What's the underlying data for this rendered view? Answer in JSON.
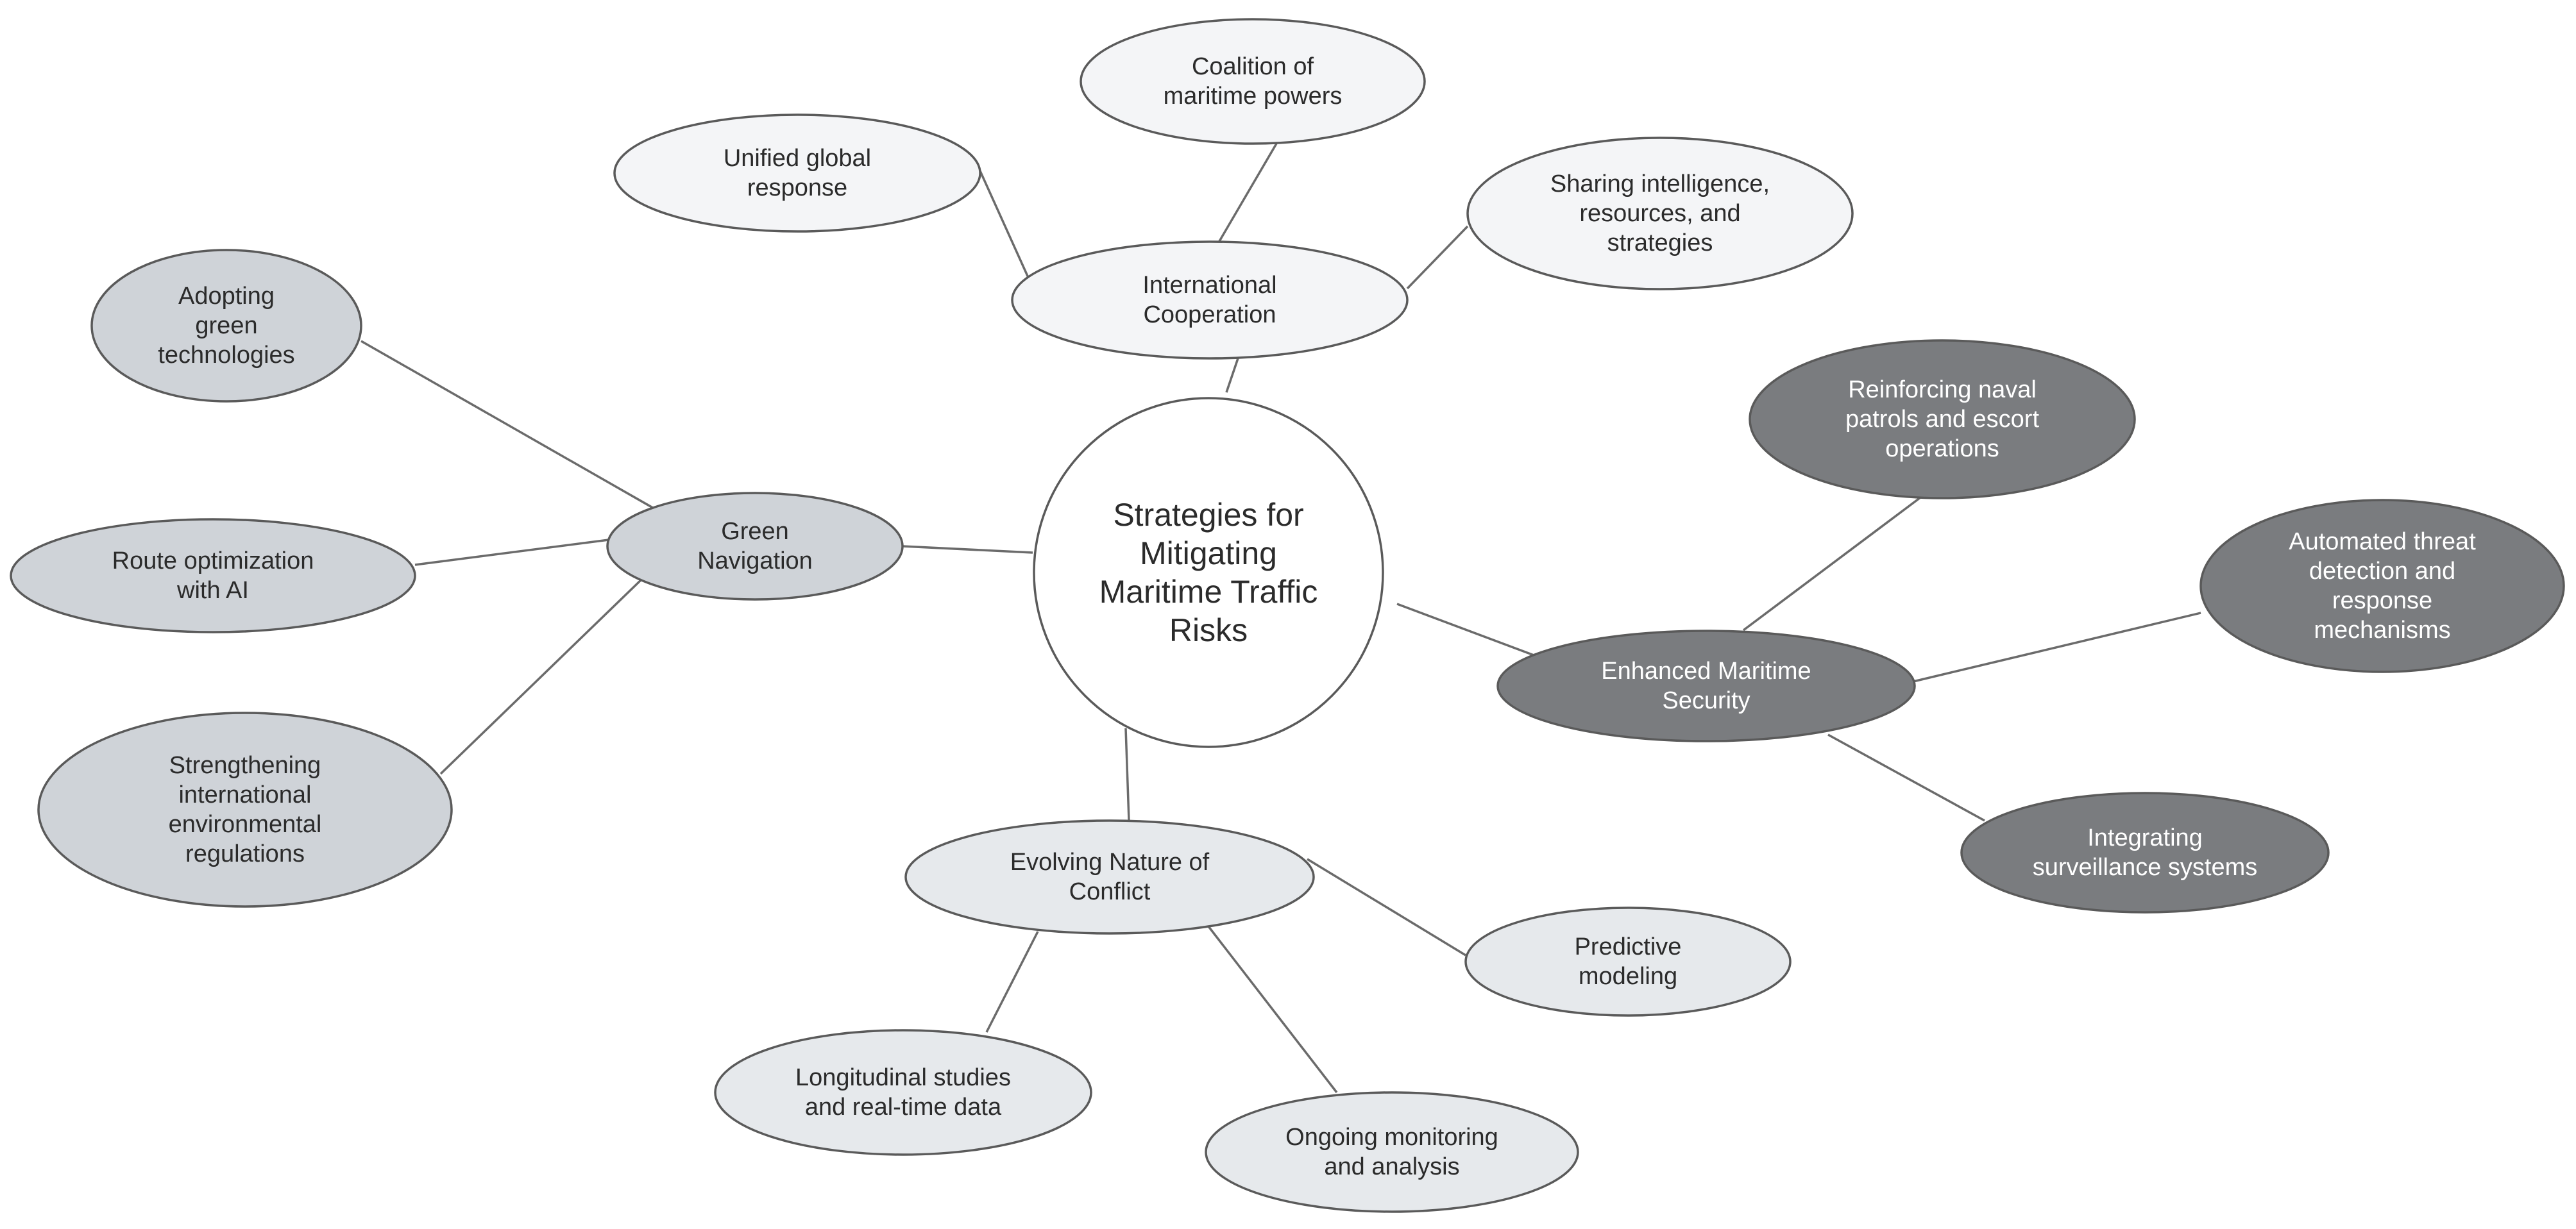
{
  "colors": {
    "background": "#ffffff",
    "line": "#6b6b6b",
    "outline": "#5a5a5a",
    "center_fill": "#ffffff",
    "cooperation_fill": "#f4f5f7",
    "conflict_fill": "#e6e9ec",
    "green_fill": "#cfd3d8",
    "security_fill": "#7a7c7f",
    "dark_text": "#2b2b2b",
    "light_text": "#ffffff"
  },
  "diagram": {
    "center": {
      "lines": [
        "Strategies for",
        "Mitigating",
        "Maritime Traffic",
        "Risks"
      ]
    },
    "branches": [
      {
        "key": "cooperation",
        "lines": [
          "International",
          "Cooperation"
        ],
        "children": [
          {
            "lines": [
              "Unified global",
              "response"
            ]
          },
          {
            "lines": [
              "Coalition of",
              "maritime powers"
            ]
          },
          {
            "lines": [
              "Sharing intelligence,",
              "resources, and",
              "strategies"
            ]
          }
        ]
      },
      {
        "key": "green",
        "lines": [
          "Green",
          "Navigation"
        ],
        "children": [
          {
            "lines": [
              "Adopting",
              "green",
              "technologies"
            ]
          },
          {
            "lines": [
              "Route optimization",
              "with AI"
            ]
          },
          {
            "lines": [
              "Strengthening",
              "international",
              "environmental",
              "regulations"
            ]
          }
        ]
      },
      {
        "key": "conflict",
        "lines": [
          "Evolving Nature of",
          "Conflict"
        ],
        "children": [
          {
            "lines": [
              "Longitudinal studies",
              "and real-time data"
            ]
          },
          {
            "lines": [
              "Ongoing monitoring",
              "and analysis"
            ]
          },
          {
            "lines": [
              "Predictive",
              "modeling"
            ]
          }
        ]
      },
      {
        "key": "security",
        "lines": [
          "Enhanced Maritime",
          "Security"
        ],
        "children": [
          {
            "lines": [
              "Reinforcing naval",
              "patrols and escort",
              "operations"
            ]
          },
          {
            "lines": [
              "Automated threat",
              "detection and",
              "response",
              "mechanisms"
            ]
          },
          {
            "lines": [
              "Integrating",
              "surveillance systems"
            ]
          }
        ]
      }
    ]
  }
}
